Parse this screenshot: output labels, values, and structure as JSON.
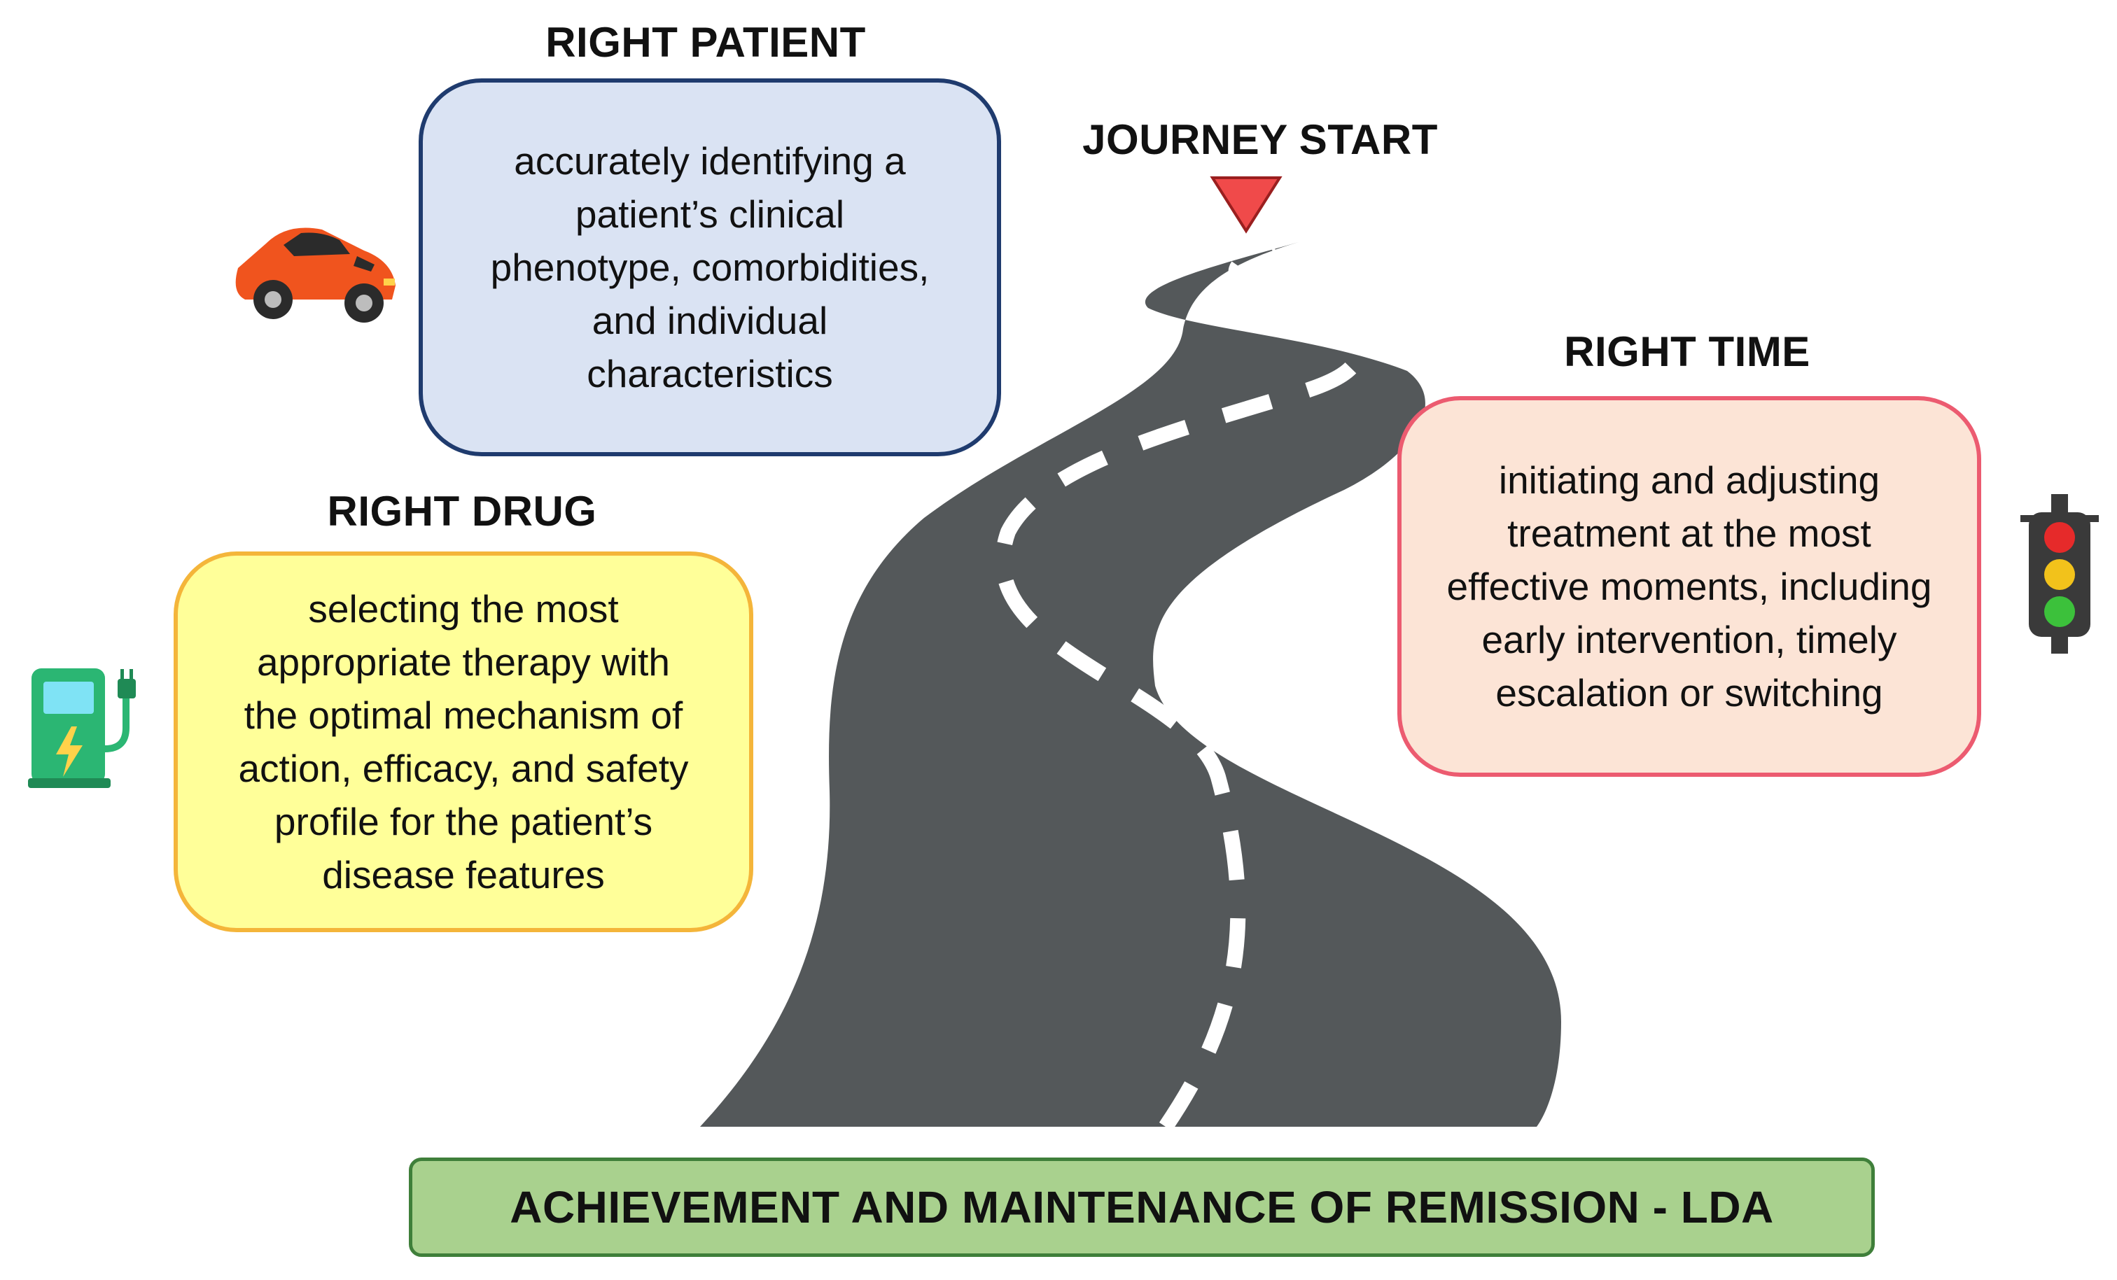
{
  "right_patient": {
    "heading": "RIGHT PATIENT",
    "lines": [
      "accurately identifying a",
      "patient’s clinical",
      "phenotype, comorbidities,",
      "and individual",
      "characteristics"
    ]
  },
  "right_drug": {
    "heading": "RIGHT DRUG",
    "lines": [
      "selecting the most",
      "appropriate therapy with",
      "the optimal mechanism of",
      "action, efficacy, and safety",
      "profile for the patient’s",
      "disease features"
    ]
  },
  "right_time": {
    "heading": "RIGHT TIME",
    "lines": [
      "initiating and adjusting",
      "treatment at the most",
      "effective moments, including",
      "early intervention, timely",
      "escalation or switching"
    ]
  },
  "journey_start": {
    "label": "JOURNEY START"
  },
  "goal": {
    "label": "ACHIEVEMENT AND MAINTENANCE OF REMISSION - LDA"
  },
  "colors": {
    "patient_box": "#dae3f3",
    "drug_box": "#ffff99",
    "time_box": "#fce4d6",
    "goal_bar": "#a9d18e",
    "road": "#54585a",
    "start_marker": "#f04a4a"
  },
  "icons": [
    "car-icon",
    "ev-charger-icon",
    "traffic-light-icon",
    "start-marker-icon"
  ]
}
